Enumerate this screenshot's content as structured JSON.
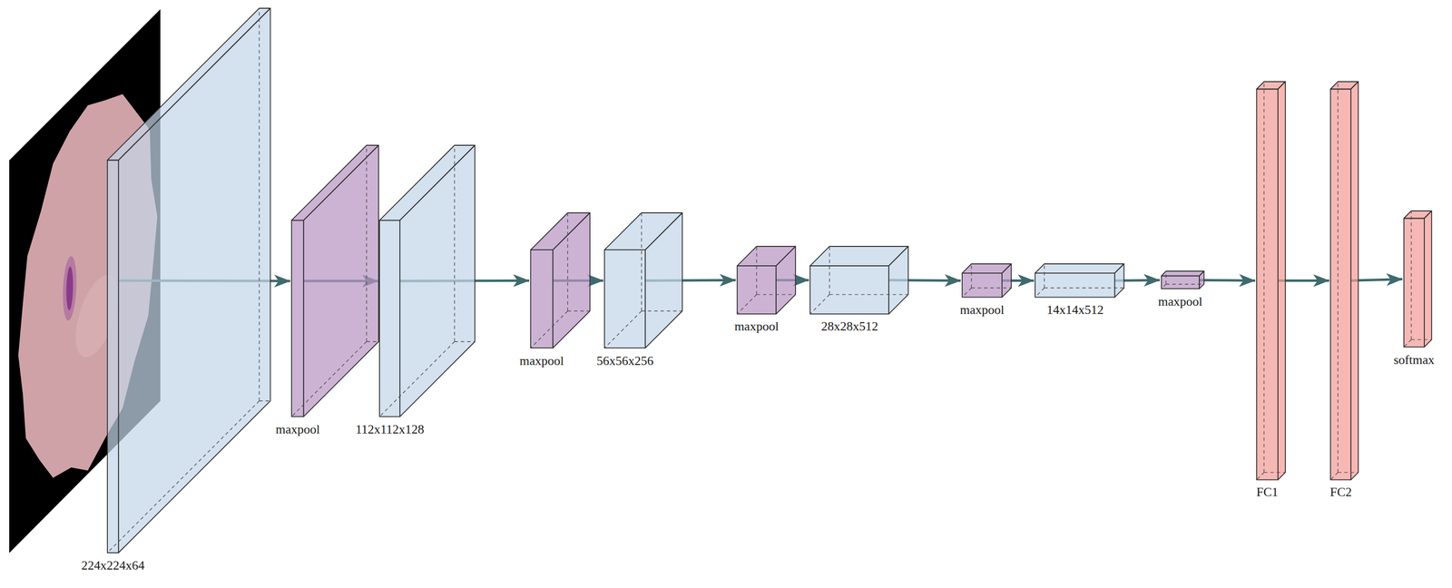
{
  "diagram": {
    "nodes": [
      {
        "text": [
          "224x224x64"
        ]
      },
      {
        "text": [
          "maxpool"
        ]
      },
      {
        "text": [
          "112x112x128"
        ]
      },
      {
        "text": [
          "maxpool"
        ]
      },
      {
        "text": [
          "56x56x256"
        ]
      },
      {
        "text": [
          "maxpool"
        ]
      },
      {
        "text": [
          "28x28x512"
        ]
      },
      {
        "text": [
          "maxpool"
        ]
      },
      {
        "text": [
          "14x14x512"
        ]
      },
      {
        "text": [
          "maxpool"
        ]
      },
      {
        "text": [
          "FC1"
        ]
      },
      {
        "text": [
          "FC2"
        ]
      },
      {
        "text": [
          "softmax"
        ]
      }
    ],
    "edges": [
      {
        "from": 0,
        "to": 1,
        "arrow": "to"
      },
      {
        "from": 1,
        "to": 2,
        "arrow": "to"
      },
      {
        "from": 2,
        "to": 3,
        "arrow": "to"
      },
      {
        "from": 3,
        "to": 4,
        "arrow": "to"
      },
      {
        "from": 4,
        "to": 5,
        "arrow": "to"
      },
      {
        "from": 5,
        "to": 6,
        "arrow": "to"
      },
      {
        "from": 6,
        "to": 7,
        "arrow": "to"
      },
      {
        "from": 7,
        "to": 8,
        "arrow": "to"
      },
      {
        "from": 8,
        "to": 9,
        "arrow": "to"
      },
      {
        "from": 9,
        "to": 10,
        "arrow": "to"
      },
      {
        "from": 10,
        "to": 11,
        "arrow": "to"
      },
      {
        "from": 11,
        "to": 12,
        "arrow": "to"
      }
    ]
  }
}
